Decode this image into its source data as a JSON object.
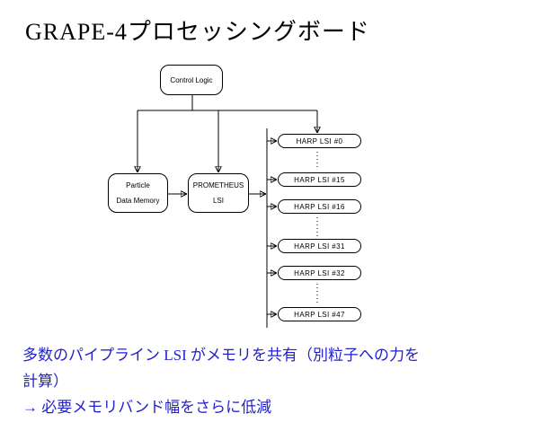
{
  "title": "GRAPE-4プロセッシングボード",
  "diagram": {
    "control_logic": {
      "label": "Control Logic"
    },
    "particle_memory": {
      "line1": "Particle",
      "line2": "Data Memory"
    },
    "prometheus": {
      "line1": "PROMETHEUS",
      "line2": "LSI"
    },
    "harp_boxes": [
      {
        "label": "HARP LSI #0"
      },
      {
        "label": "HARP LSI #15"
      },
      {
        "label": "HARP LSI #16"
      },
      {
        "label": "HARP LSI #31"
      },
      {
        "label": "HARP LSI #32"
      },
      {
        "label": "HARP LSI #47"
      }
    ]
  },
  "notes": {
    "line1": "多数のパイプライン LSI がメモリを共有（別粒子への力を",
    "line2": "計算）",
    "line3": "→ 必要メモリバンド幅をさらに低減"
  },
  "colors": {
    "note_text": "#2222CC",
    "diagram_stroke": "#000000"
  }
}
